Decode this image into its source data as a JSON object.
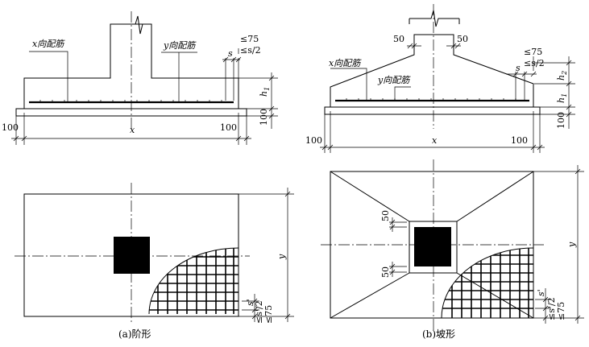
{
  "labels": {
    "x_rebar": "x向配筋",
    "y_rebar": "y向配筋",
    "le75": "≤75",
    "le_s_half": "≤s/2",
    "le_s_prime_half": "≤s'/2",
    "s": "s",
    "s_prime": "s'",
    "h1": "h",
    "h1_sub": "1",
    "h2": "h",
    "h2_sub": "2",
    "dim100": "100",
    "dim50": "50",
    "x": "x",
    "y": "y"
  },
  "captions": {
    "a": "(a)阶形",
    "b": "(b)坡形"
  }
}
